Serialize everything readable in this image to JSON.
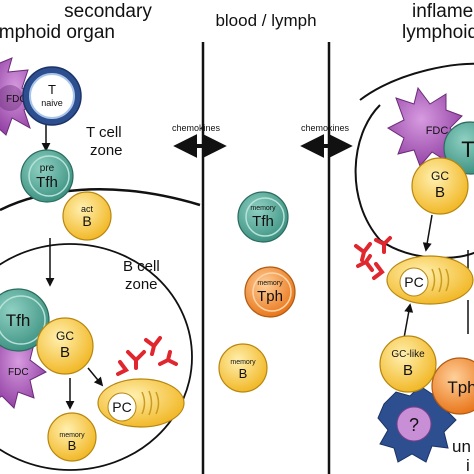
{
  "left": {
    "title_line1": "secondary",
    "title_line2": "lymphoid organ",
    "t_zone_line1": "T cell",
    "t_zone_line2": "zone",
    "b_zone_line1": "B cell",
    "b_zone_line2": "zone"
  },
  "middle": {
    "title": "blood / lymph"
  },
  "right": {
    "title_line1": "inflamed",
    "title_line2": "lymphoid",
    "bottom_line1": "un",
    "bottom_line2": "i"
  },
  "arrows": {
    "left_label": "chemokines",
    "right_label": "chemokines"
  },
  "cells": {
    "fdc": "FDC",
    "t_naive_line1": "T",
    "t_naive_line2": "naive",
    "pre_tfh_line1": "pre",
    "pre_tfh_line2": "Tfh",
    "act_b_line1": "act",
    "act_b_line2": "B",
    "tfh": "Tfh",
    "gc_b_line1": "GC",
    "gc_b_line2": "B",
    "pc": "PC",
    "memory": "memory",
    "b": "B",
    "tph": "Tph",
    "t": "T",
    "gc_like_line1": "GC-like",
    "question": "?"
  },
  "colors": {
    "teal": "#4a9f8f",
    "yellow": "#f6c744",
    "orange": "#ee8a2c",
    "purple": "#a24fb0",
    "navy": "#2d4f8f",
    "antibody": "#e0262e"
  }
}
